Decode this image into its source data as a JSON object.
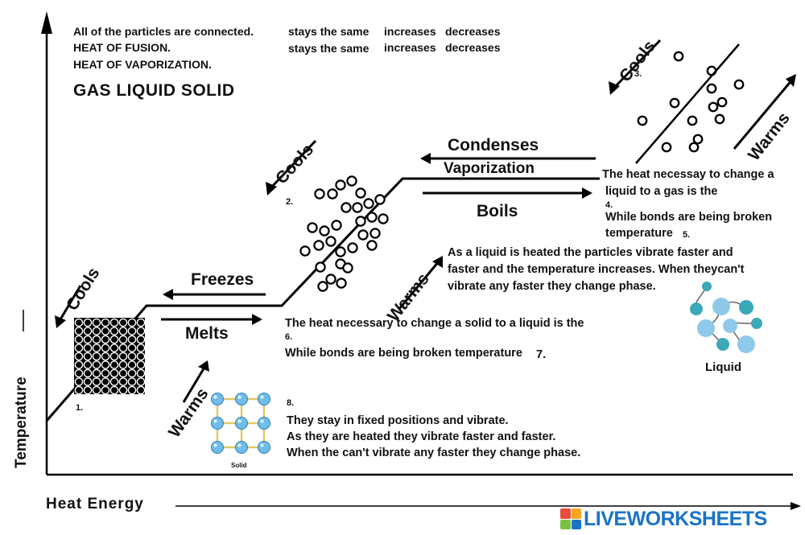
{
  "word_bank": {
    "row1": {
      "prompt": "All of the particles are connected.",
      "opt1": "stays the same",
      "opt2": "increases",
      "opt3": "decreases"
    },
    "row2": {
      "prompt": "HEAT OF FUSION.",
      "opt1": "stays the same",
      "opt2": "increases",
      "opt3": "decreases"
    },
    "row3": {
      "prompt": "HEAT OF VAPORIZATION."
    },
    "states": "GAS LIQUID SOLID"
  },
  "axes": {
    "y_label": "Temperature",
    "x_label": "Heat Energy"
  },
  "arrows": {
    "cools": "Cools",
    "warms": "Warms",
    "freezes": "Freezes",
    "melts": "Melts",
    "condenses": "Condenses",
    "vaporization": "Vaporization",
    "boils": "Boils"
  },
  "blanks": {
    "n1": "1.",
    "n2": "2.",
    "n3": "3.",
    "n4": "4.",
    "n5": "5.",
    "n6": "6.",
    "n7": "7.",
    "n8": "8."
  },
  "text_blocks": {
    "vap_heat": "The heat necessay to change a",
    "vap_heat2": "liquid to a gas is the",
    "vap_bonds": "While bonds are being broken",
    "vap_temp": "temperature",
    "liquid_heat1": "As a liquid is heated the particles vibrate faster and",
    "liquid_heat2": "faster and the temperature increases. When theycan't",
    "liquid_heat3": "vibrate any faster they change phase.",
    "fusion_heat": "The heat necessary to change a solid to a liquid is the",
    "fusion_bonds": "While bonds are being broken temperature",
    "solid1": "They stay in fixed positions and vibrate.",
    "solid2": "As they are heated they vibrate faster and faster.",
    "solid3": "When the can't vibrate any faster they change phase."
  },
  "images": {
    "liquid_caption": "Liquid",
    "solid_caption": "Solid"
  },
  "logo": {
    "text": "LIVEWORKSHEETS",
    "colors": [
      "#e94b3c",
      "#f5a623",
      "#7ac143",
      "#1a73c7"
    ]
  }
}
